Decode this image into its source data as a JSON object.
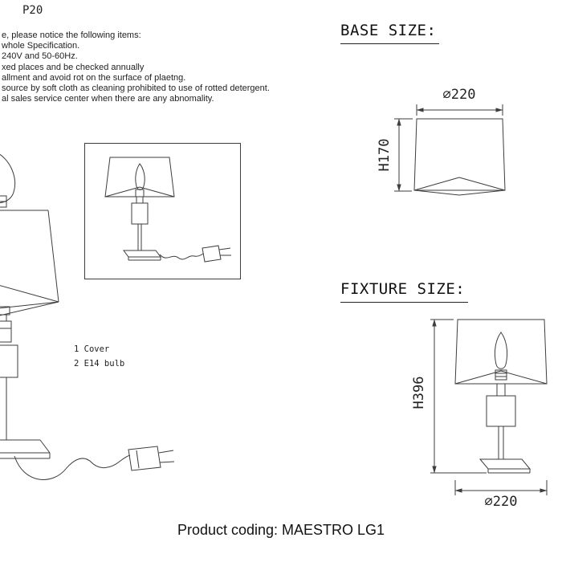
{
  "header": {
    "ip_rating": "P20"
  },
  "notices": {
    "lines": [
      "e, please notice the following items:",
      "whole Specification.",
      "240V and 50-60Hz.",
      "xed places and be checked annually",
      "allment and avoid rot on the surface of plaetng.",
      "source by soft cloth as cleaning prohibited to use of rotted detergent.",
      "al sales service center when there are any abnomality."
    ]
  },
  "base_size": {
    "heading": "BASE SIZE:",
    "diameter": "⌀220",
    "height": "H170"
  },
  "fixture_size": {
    "heading": "FIXTURE SIZE:",
    "height": "H396",
    "diameter": "⌀220"
  },
  "parts_legend": {
    "items": [
      "1 Cover",
      "2 E14 bulb"
    ]
  },
  "footer": {
    "product_coding": "Product coding: MAESTRO LG1"
  }
}
